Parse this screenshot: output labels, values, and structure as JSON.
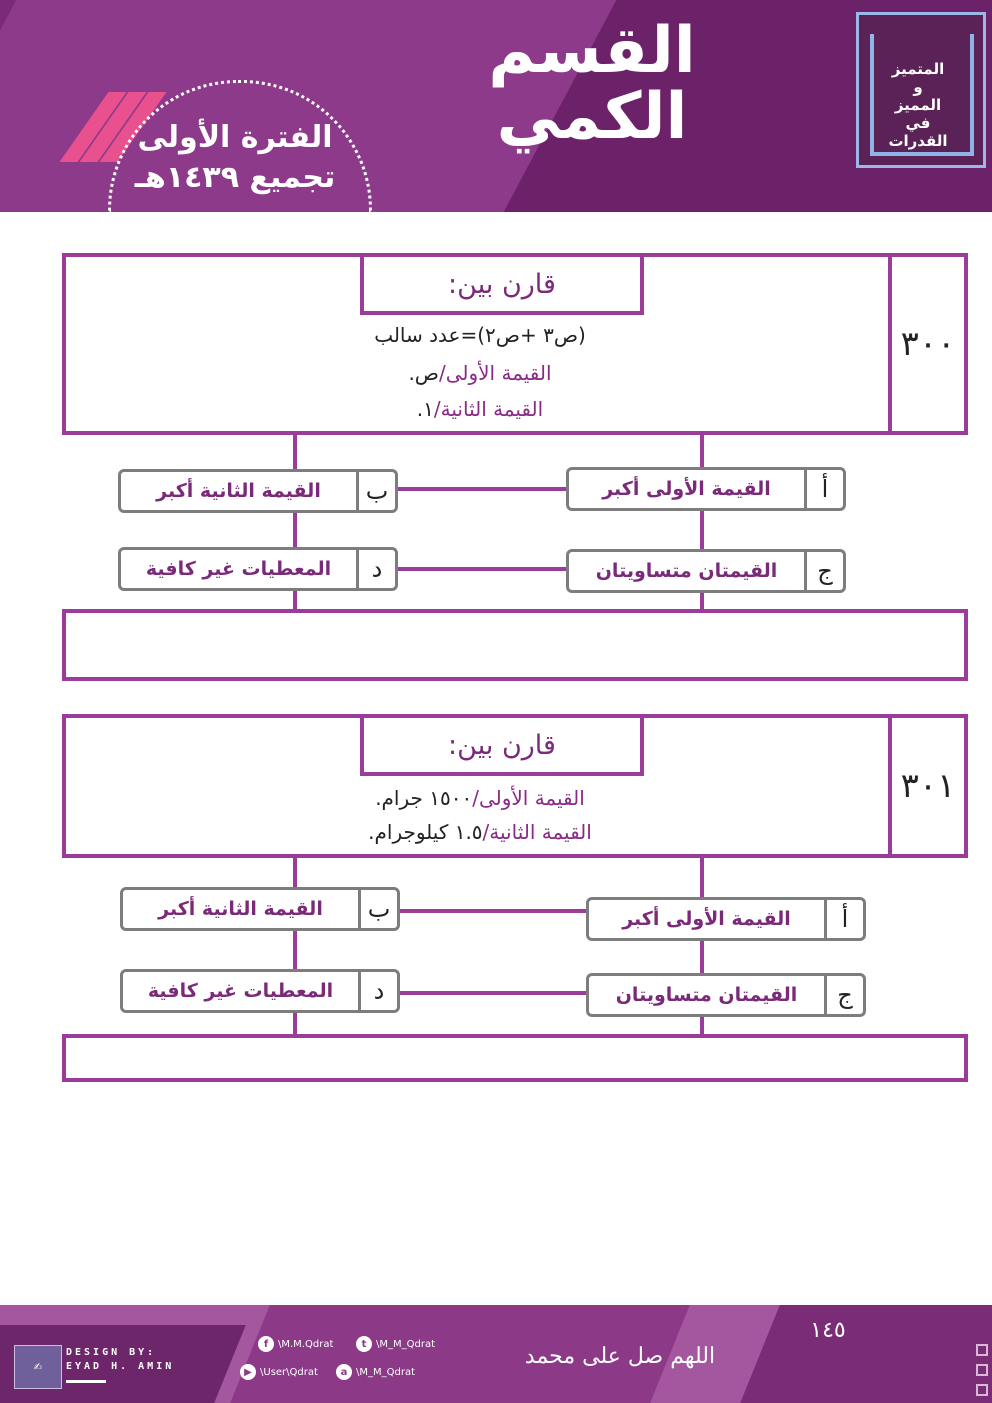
{
  "header": {
    "title_line1": "القسم",
    "title_line2": "الكمي",
    "period_line1": "الفترة الأولى",
    "period_line2": "تجميع ١٤٣٩هـ",
    "logo_line1": "المتميز",
    "logo_line2": "و",
    "logo_line3": "المميز",
    "logo_line4": "في",
    "logo_line5": "القدرات"
  },
  "questions": [
    {
      "number": "٣٠٠",
      "compare_label": "قارن بين:",
      "lines": [
        {
          "purple": "",
          "dark": "(ص٣ +ص٢)=عدد سالب"
        },
        {
          "purple": "القيمة الأولى/",
          "dark": "ص."
        },
        {
          "purple": "القيمة الثانية/",
          "dark": "١."
        }
      ],
      "options": {
        "a_letter": "أ",
        "a_text": "القيمة الأولى أكبر",
        "b_letter": "ب",
        "b_text": "القيمة الثانية أكبر",
        "c_letter": "ج",
        "c_text": "القيمتان متساويتان",
        "d_letter": "د",
        "d_text": "المعطيات غير كافية"
      }
    },
    {
      "number": "٣٠١",
      "compare_label": "قارن بين:",
      "lines": [
        {
          "purple": "القيمة الأولى/",
          "dark": "١٥٠٠ جرام."
        },
        {
          "purple": "القيمة الثانية/",
          "dark": "١.٥ كيلوجرام."
        }
      ],
      "options": {
        "a_letter": "أ",
        "a_text": "القيمة الأولى أكبر",
        "b_letter": "ب",
        "b_text": "القيمة الثانية أكبر",
        "c_letter": "ج",
        "c_text": "القيمتان متساويتان",
        "d_letter": "د",
        "d_text": "المعطيات غير كافية"
      }
    }
  ],
  "footer": {
    "design_line1": "DESIGN BY:",
    "design_line2": "EYAD H. AMIN",
    "facebook": "\\M.M.Qdrat",
    "twitter": "\\M_M_Qdrat",
    "youtube": "\\User\\Qdrat",
    "ask": "\\M_M_Qdrat",
    "pbuh": "اللهم صل على محمد",
    "page_number": "١٤٥"
  },
  "colors": {
    "brand_purple": "#7a2a78",
    "frame_purple": "#9c3c9a",
    "accent_pink": "#e9508e"
  }
}
